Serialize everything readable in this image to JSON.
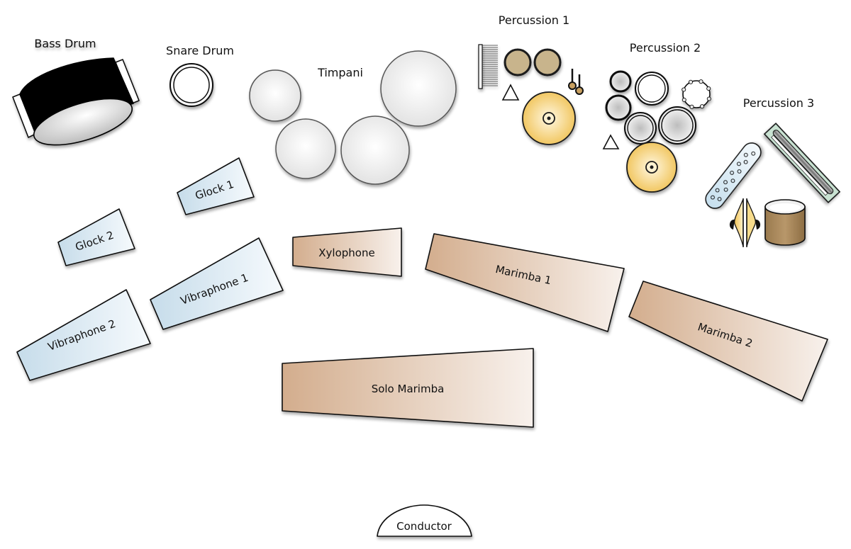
{
  "diagram": {
    "title": "Percussion Ensemble Stage Setup",
    "colors": {
      "background": "#ffffff",
      "outline": "#111111",
      "mallet_blue_light": "#f4f9fc",
      "mallet_blue_dark": "#c9dfec",
      "wood_light": "#f5ece5",
      "wood_dark": "#d2ae90",
      "cymbal_light": "#fff6d8",
      "cymbal_dark": "#f2c760",
      "bongo": "#c8b48c",
      "drum_gray": "#c4c4c4",
      "bucket": "#9a7a4e",
      "slapstick_green": "#c9e2d2",
      "temple_blue": "#d7eaf5"
    },
    "sections": {
      "bass_drum": {
        "label": "Bass Drum"
      },
      "snare_drum": {
        "label": "Snare Drum"
      },
      "timpani": {
        "label": "Timpani",
        "drum_count": 4
      },
      "percussion_1": {
        "label": "Percussion 1",
        "items": [
          "Chimes",
          "Bongos",
          "Triangle",
          "Mallets",
          "Suspended Cymbal"
        ]
      },
      "percussion_2": {
        "label": "Percussion 2",
        "items": [
          "Small Drum",
          "Snare Drum",
          "Tambourine",
          "Small Drum",
          "Tom",
          "Tom",
          "Triangle",
          "Suspended Cymbal"
        ]
      },
      "percussion_3": {
        "label": "Percussion 3",
        "items": [
          "Temple Blocks",
          "Slapstick",
          "Crash Cymbals",
          "Bucket Drum"
        ]
      }
    },
    "keyboards": [
      {
        "id": "glock-1",
        "label": "Glock 1",
        "family": "metal"
      },
      {
        "id": "glock-2",
        "label": "Glock 2",
        "family": "metal"
      },
      {
        "id": "vibraphone-1",
        "label": "Vibraphone 1",
        "family": "metal"
      },
      {
        "id": "vibraphone-2",
        "label": "Vibraphone 2",
        "family": "metal"
      },
      {
        "id": "xylophone",
        "label": "Xylophone",
        "family": "wood"
      },
      {
        "id": "marimba-1",
        "label": "Marimba 1",
        "family": "wood"
      },
      {
        "id": "marimba-2",
        "label": "Marimba 2",
        "family": "wood"
      },
      {
        "id": "solo-marimba",
        "label": "Solo Marimba",
        "family": "wood"
      }
    ],
    "conductor": {
      "label": "Conductor"
    }
  }
}
